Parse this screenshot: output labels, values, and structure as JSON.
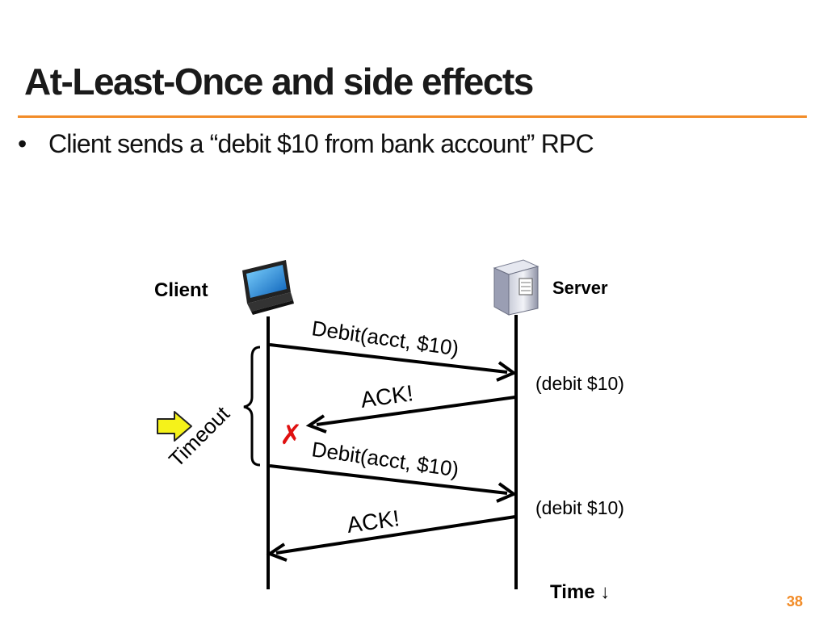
{
  "slide": {
    "title": "At-Least-Once and side effects",
    "bullet": "Client sends a “debit $10 from bank account” RPC",
    "page_number": "38"
  },
  "colors": {
    "accent": "#f28c28",
    "failure_mark": "#e01010",
    "timeout_arrow": "#f5f21a"
  },
  "diagram": {
    "client_label": "Client",
    "server_label": "Server",
    "client_icon": "laptop-icon",
    "server_icon": "server-tower-icon",
    "timeout_label": "Timeout",
    "failure_mark": "✗",
    "time_label": "Time ↓",
    "messages": {
      "request_1": "Debit(acct, $10)",
      "ack_1": "ACK!",
      "request_2": "Debit(acct, $10)",
      "ack_2": "ACK!"
    },
    "server_notes": {
      "note_1": "(debit $10)",
      "note_2": "(debit $10)"
    }
  }
}
